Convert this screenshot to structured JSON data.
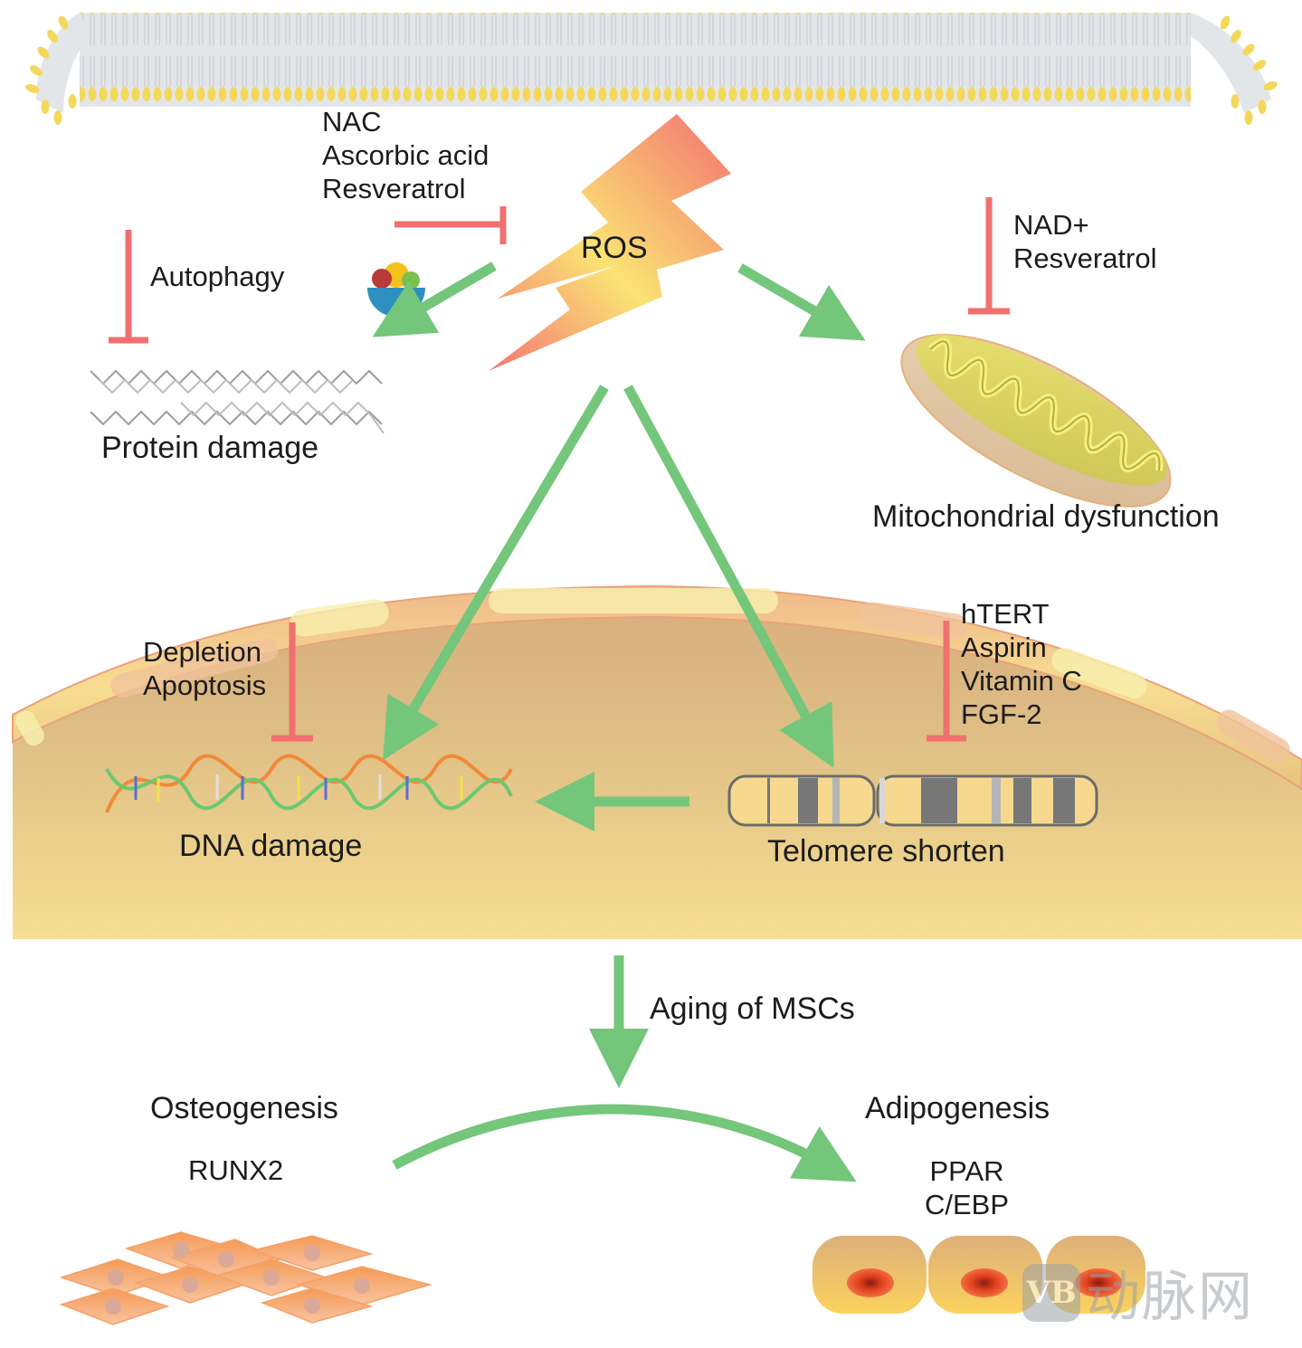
{
  "title": "ROS-induced aging of MSCs",
  "colors": {
    "activation_arrow": "#74c67a",
    "inhibition_bar": "#f07070",
    "nucleus_fill": "#f2d893",
    "membrane_head": "#f3d75a",
    "membrane_tail": "#d4d8dc",
    "ros_bolt_start": "#f36b6b",
    "ros_bolt_mid": "#f9e46a",
    "text": "#1c1c1c"
  },
  "nodes": {
    "ros": {
      "label": "ROS"
    },
    "protein_damage": {
      "label": "Protein damage"
    },
    "mitochondrial_dysfunction": {
      "label": "Mitochondrial dysfunction"
    },
    "dna_damage": {
      "label": "DNA damage"
    },
    "telomere_shorten": {
      "label": "Telomere shorten"
    },
    "osteogenesis": {
      "label": "Osteogenesis",
      "markers": [
        "RUNX2"
      ]
    },
    "adipogenesis": {
      "label": "Adipogenesis",
      "markers": [
        "PPAR",
        "C/EBP"
      ]
    }
  },
  "inhibitors": {
    "ros": [
      "NAC",
      "Ascorbic acid",
      "Resveratrol"
    ],
    "protein_damage": [
      "Autophagy"
    ],
    "mitochondrial_dysfunction": [
      "NAD+",
      "Resveratrol"
    ],
    "dna_damage": [
      "Depletion",
      "Apoptosis"
    ],
    "telomere_shorten": [
      "hTERT",
      "Aspirin",
      "Vitamin C",
      "FGF-2"
    ]
  },
  "transitions": {
    "aging_label": "Aging of MSCs"
  },
  "edges": [
    {
      "from": "ROS",
      "to": "Protein damage",
      "type": "activation"
    },
    {
      "from": "ROS",
      "to": "Mitochondrial dysfunction",
      "type": "activation"
    },
    {
      "from": "ROS",
      "to": "DNA damage",
      "type": "activation"
    },
    {
      "from": "ROS",
      "to": "Telomere shorten",
      "type": "activation"
    },
    {
      "from": "Telomere shorten",
      "to": "DNA damage",
      "type": "activation"
    },
    {
      "from": "Osteogenesis",
      "to": "Adipogenesis",
      "type": "activation"
    },
    {
      "from": "NAC / Ascorbic acid / Resveratrol",
      "to": "ROS",
      "type": "inhibition"
    },
    {
      "from": "Autophagy",
      "to": "Protein damage",
      "type": "inhibition"
    },
    {
      "from": "NAD+ / Resveratrol",
      "to": "Mitochondrial dysfunction",
      "type": "inhibition"
    },
    {
      "from": "Depletion / Apoptosis",
      "to": "DNA damage",
      "type": "inhibition"
    },
    {
      "from": "hTERT / Aspirin / Vitamin C / FGF-2",
      "to": "Telomere shorten",
      "type": "inhibition"
    }
  ],
  "watermark": {
    "logo": "VB",
    "text": "动脉网"
  }
}
